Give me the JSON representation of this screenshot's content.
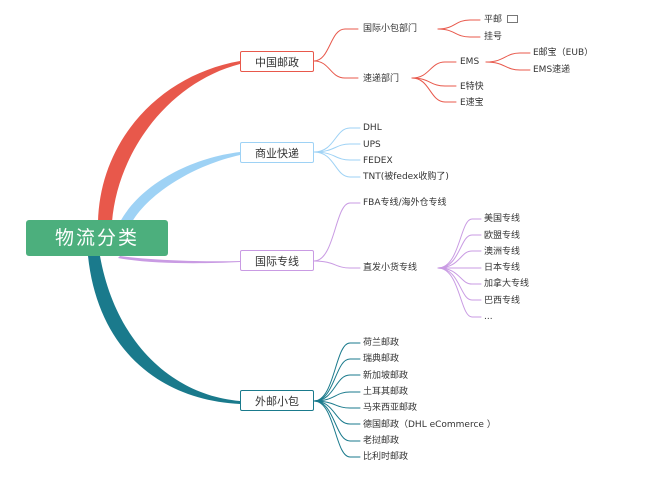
{
  "root": {
    "label": "物流分类",
    "color": "#4caf7d"
  },
  "branches": [
    {
      "label": "中国邮政",
      "color": "#e8584b",
      "children": [
        {
          "label": "国际小包部门",
          "children": [
            {
              "label": "平邮",
              "icon": "envelope-icon"
            },
            {
              "label": "挂号"
            }
          ]
        },
        {
          "label": "速递部门",
          "children": [
            {
              "label": "EMS",
              "children": [
                {
                  "label": "E邮宝（EUB）"
                },
                {
                  "label": "EMS速递"
                }
              ]
            },
            {
              "label": "E特快"
            },
            {
              "label": "E速宝"
            }
          ]
        }
      ]
    },
    {
      "label": "商业快递",
      "color": "#9ed2f5",
      "children": [
        {
          "label": "DHL"
        },
        {
          "label": "UPS"
        },
        {
          "label": "FEDEX"
        },
        {
          "label": "TNT(被fedex收购了)"
        }
      ]
    },
    {
      "label": "国际专线",
      "color": "#c99be3",
      "children": [
        {
          "label": "FBA专线/海外仓专线"
        },
        {
          "label": "直发小货专线",
          "children": [
            {
              "label": "美国专线"
            },
            {
              "label": "欧盟专线"
            },
            {
              "label": "澳洲专线"
            },
            {
              "label": "日本专线"
            },
            {
              "label": "加拿大专线"
            },
            {
              "label": "巴西专线"
            },
            {
              "label": "..."
            }
          ]
        }
      ]
    },
    {
      "label": "外邮小包",
      "color": "#1a7a8c",
      "children": [
        {
          "label": "荷兰邮政"
        },
        {
          "label": "瑞典邮政"
        },
        {
          "label": "新加坡邮政"
        },
        {
          "label": "土耳其邮政"
        },
        {
          "label": "马来西亚邮政"
        },
        {
          "label": "德国邮政（DHL eCommerce ）"
        },
        {
          "label": "老挝邮政"
        },
        {
          "label": "比利时邮政"
        }
      ]
    }
  ]
}
